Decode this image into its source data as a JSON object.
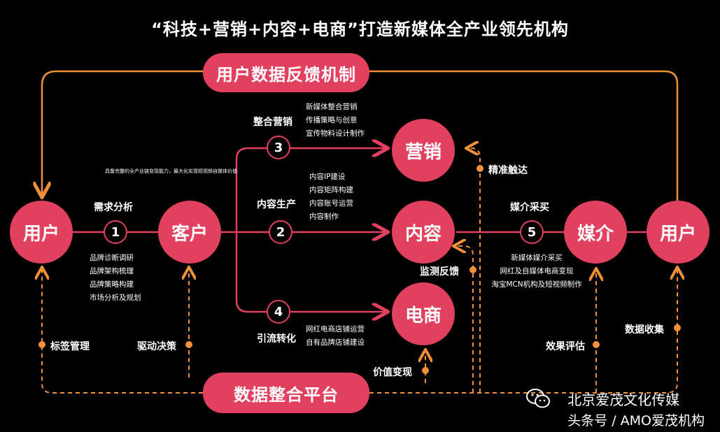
{
  "title": "“科技+营销+内容+电商”打造新媒体全产业领先机构",
  "pills": {
    "feedback": "用户数据反馈机制",
    "platform": "数据整合平台"
  },
  "nodes": {
    "user_left": "用户",
    "client": "客户",
    "marketing": "营销",
    "content": "内容",
    "ecommerce": "电商",
    "media": "媒介",
    "user_right": "用户"
  },
  "steps": {
    "s1": {
      "num": "1",
      "label": "需求分析",
      "items": [
        "品牌诊断调研",
        "品牌架构梳理",
        "品牌策略构建",
        "市场分析及规划"
      ]
    },
    "s2": {
      "num": "2",
      "label": "内容生产",
      "items": [
        "内容IP建设",
        "内容矩阵构建",
        "内容账号运营",
        "内容制作"
      ]
    },
    "s3": {
      "num": "3",
      "label": "整合营销",
      "items": [
        "新媒体整合营销",
        "传播策略与创意",
        "宣传物料设计制作"
      ]
    },
    "s4": {
      "num": "4",
      "label": "引流转化",
      "items": [
        "网红电商店铺运营",
        "自有品牌店铺建设"
      ]
    },
    "s5": {
      "num": "5",
      "label": "媒介采买",
      "items": [
        "新媒体媒介采买",
        "网红及自媒体电商变现",
        "淘宝MCN机构及短视频制作"
      ]
    }
  },
  "tiny_note": "具备完整的全产业链变现能力，最大化实现短视频自媒体价值",
  "feedback_labels": {
    "precise": "精准触达",
    "monitor": "监测反馈",
    "value": "价值变现",
    "tag": "标签管理",
    "drive": "驱动决策",
    "effect": "效果评估",
    "collect": "数据收集"
  },
  "watermark": {
    "line1": "北京爱茂文化传媒",
    "line2": "头条号 / AMO爱茂机构"
  },
  "colors": {
    "accent": "#e2405f",
    "line_orange": "#f0913a",
    "background": "#000000"
  }
}
